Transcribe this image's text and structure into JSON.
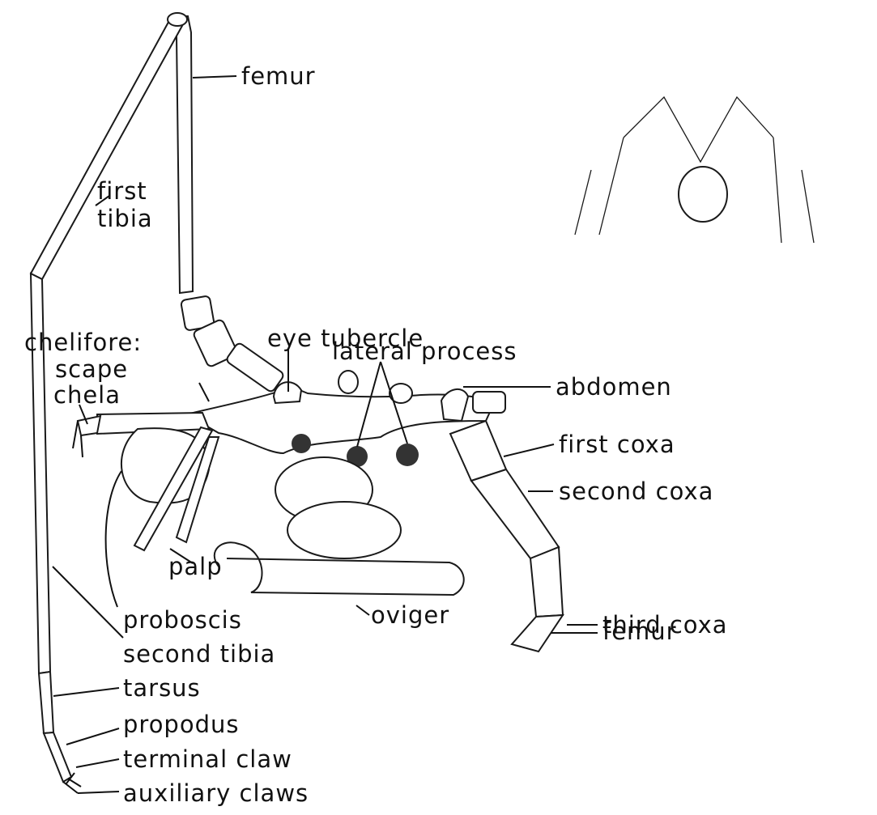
{
  "labels": {
    "femur_top": "femur",
    "first_tibia_1": "first",
    "first_tibia_2": "tibia",
    "chelifore": "chelifore:",
    "scape": "scape",
    "chela": "chela",
    "eye_tubercle": "eye tubercle",
    "lateral_process": "lateral process",
    "abdomen": "abdomen",
    "first_coxa": "first coxa",
    "second_coxa": "second coxa",
    "third_coxa": "third coxa",
    "femur_bottom": "femur",
    "palp": "palp",
    "oviger": "oviger",
    "proboscis": "proboscis",
    "second_tibia": "second tibia",
    "tarsus": "tarsus",
    "propodus": "propodus",
    "terminal_claw": "terminal claw",
    "auxiliary_claws": "auxiliary claws"
  },
  "colors": {
    "ink": "#111111",
    "background": "#ffffff"
  }
}
